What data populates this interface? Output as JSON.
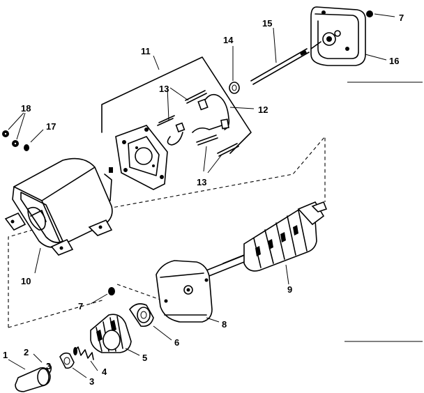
{
  "callouts": {
    "c1": "1",
    "c2": "2",
    "c3a": "3",
    "c3b": "3",
    "c4": "4",
    "c5": "5",
    "c6": "6",
    "c7a": "7",
    "c7b": "7",
    "c8": "8",
    "c9": "9",
    "c10": "10",
    "c11": "11",
    "c12": "12",
    "c13a": "13",
    "c13b": "13",
    "c14": "14",
    "c15": "15",
    "c16": "16",
    "c17": "17",
    "c18": "18"
  }
}
